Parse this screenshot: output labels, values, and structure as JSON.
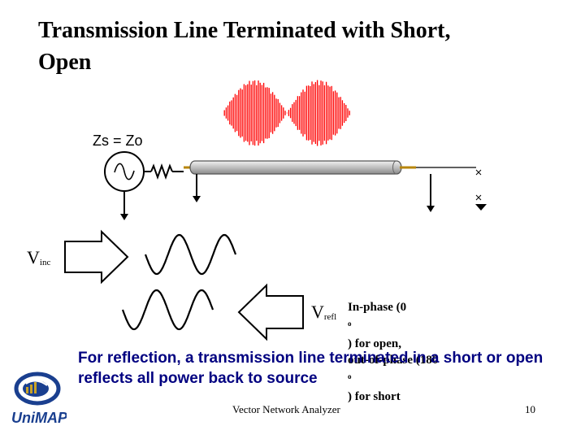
{
  "title": {
    "line1": "Transmission Line Terminated with Short,",
    "line2": "Open"
  },
  "source_label": "Zs = Zo",
  "incident_label": {
    "main": "V",
    "sub": "inc"
  },
  "reflected_label": {
    "main": "V",
    "sub": "refl"
  },
  "phase_note": {
    "line1_pre": "In-phase (0",
    "line1_sup": "o",
    "line1_post": ") for open,",
    "line2_pre": "out-of-phase (180",
    "line2_sup": "o",
    "line2_post": ") for short"
  },
  "reflection_note": {
    "line1": "For reflection, a transmission line terminated in a short or open",
    "line2": "reflects all power back to source"
  },
  "footer": "Vector Network Analyzer",
  "page_number": "10",
  "logo_text": "UniMAP",
  "colors": {
    "standing_wave": "#ff0000",
    "note_text": "#000080",
    "logo_blue": "#1a3f8f",
    "line_body": "#c8c8c8",
    "connector": "#b8860b"
  }
}
